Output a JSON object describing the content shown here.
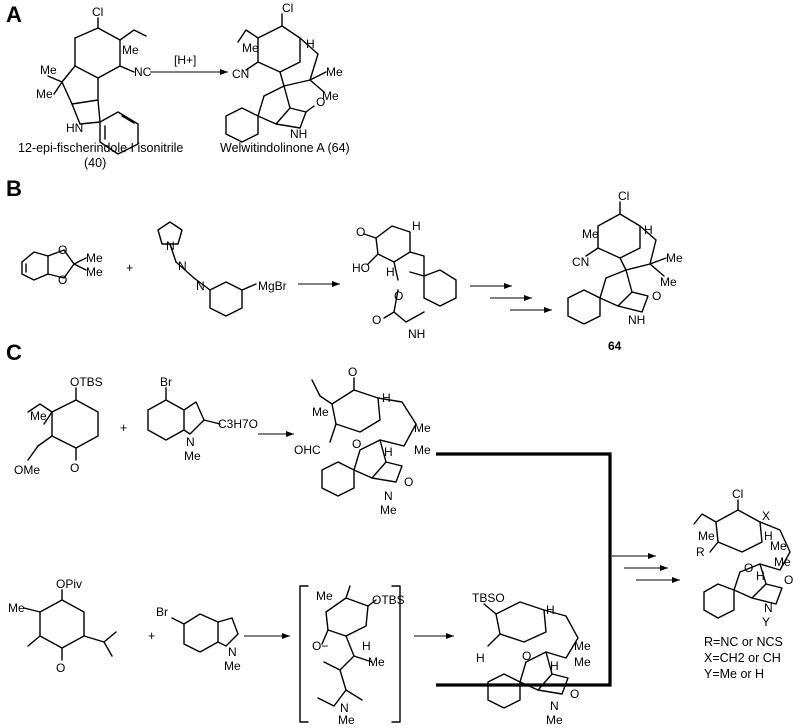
{
  "panels": {
    "a": "A",
    "b": "B",
    "c": "C"
  },
  "panel_a": {
    "reactant_caption_line1": "12-epi-fischerindole I isonitrile",
    "reactant_caption_line2": "(40)",
    "reagent": "[H+]",
    "product_caption": "Welwitindolinone A (64)"
  },
  "panel_b": {
    "reagent_plus": "+",
    "grignard_label": "MgBr",
    "product_number": "64"
  },
  "panel_c": {
    "plus_top": "+",
    "plus_bottom": "+",
    "final_notes": [
      "R=NC or NCS",
      "X=CH2 or CH",
      "Y=Me or H"
    ]
  },
  "atoms": {
    "cl": "Cl",
    "me": "Me",
    "nc": "NC",
    "cn": "CN",
    "hn": "HN",
    "nh": "NH",
    "h": "H",
    "o": "O",
    "n": "N",
    "ho": "HO",
    "otbs": "OTBS",
    "opiv": "OPiv",
    "tbso": "TBSO",
    "ome": "OMe",
    "br": "Br",
    "ohc": "OHC",
    "c3h7o": "C3H7O",
    "r": "R",
    "x": "X",
    "y": "Y",
    "oneg": "O−"
  },
  "colors": {
    "ink": "#000000",
    "background": "#ffffff"
  }
}
